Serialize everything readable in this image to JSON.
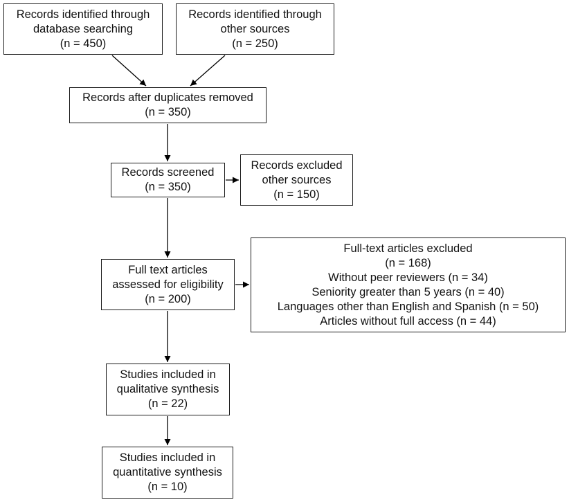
{
  "colors": {
    "stroke": "#1a1a1a",
    "text": "#111111",
    "background": "#ffffff"
  },
  "nodes": {
    "db_search": [
      "Records identified through",
      "database searching",
      "(n = 450)"
    ],
    "other_sources": [
      "Records identified through",
      "other sources",
      "(n = 250)"
    ],
    "duplicates_removed": [
      "Records after duplicates removed",
      "(n = 350)"
    ],
    "screened": [
      "Records screened",
      "(n = 350)"
    ],
    "excluded": [
      "Records excluded",
      "other sources",
      "(n = 150)"
    ],
    "fulltext_assessed": [
      "Full text articles",
      "assessed for eligibility",
      "(n = 200)"
    ],
    "fulltext_excluded": [
      "Full-text articles excluded",
      "(n = 168)",
      "Without peer reviewers (n = 34)",
      "Seniority greater than 5 years (n = 40)",
      "Languages other than English and Spanish (n = 50)",
      "Articles without full access (n = 44)"
    ],
    "qualitative": [
      "Studies included in",
      "qualitative synthesis",
      "(n = 22)"
    ],
    "quantitative": [
      "Studies included in",
      "quantitative synthesis",
      "(n = 10)"
    ]
  }
}
